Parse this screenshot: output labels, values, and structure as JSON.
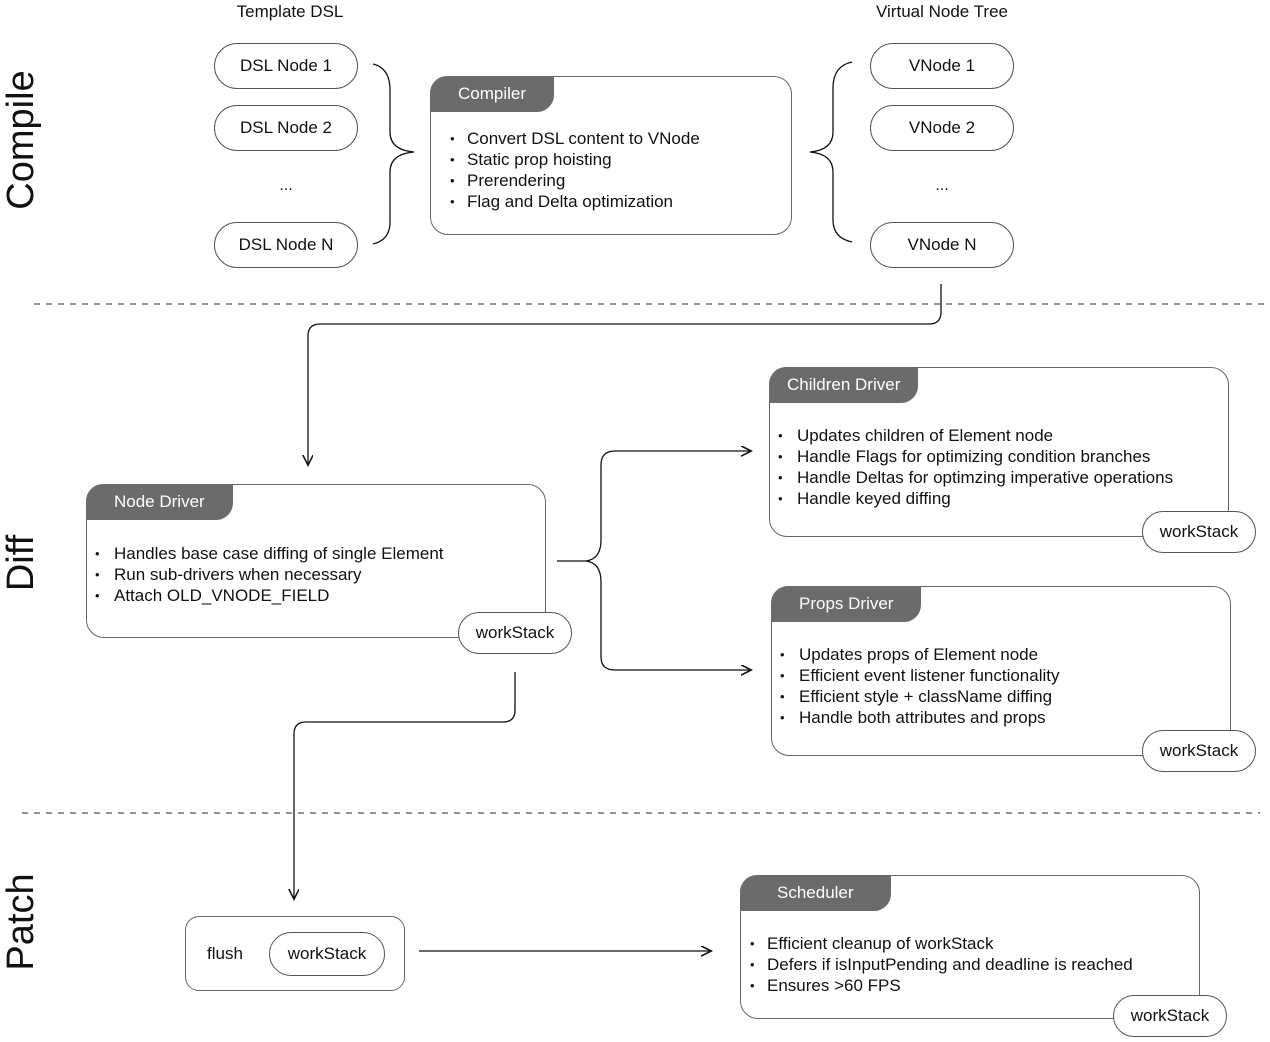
{
  "stages": {
    "compile": "Compile",
    "diff": "Diff",
    "patch": "Patch"
  },
  "compile": {
    "template_title": "Template DSL",
    "vnode_title": "Virtual Node Tree",
    "dsl_nodes": [
      "DSL Node 1",
      "DSL Node 2",
      "...",
      "DSL Node N"
    ],
    "vnodes": [
      "VNode 1",
      "VNode 2",
      "...",
      "VNode N"
    ],
    "compiler": {
      "title": "Compiler",
      "items": [
        "Convert DSL content to VNode",
        "Static prop hoisting",
        "Prerendering",
        "Flag and Delta optimization"
      ]
    }
  },
  "diff": {
    "node_driver": {
      "title": "Node Driver",
      "items": [
        "Handles base case diffing of single Element",
        "Run sub-drivers when necessary",
        "Attach OLD_VNODE_FIELD"
      ],
      "badge": "workStack"
    },
    "children_driver": {
      "title": "Children Driver",
      "items": [
        "Updates children of Element node",
        "Handle Flags for optimizing condition branches",
        "Handle Deltas for optimzing imperative operations",
        "Handle keyed diffing"
      ],
      "badge": "workStack"
    },
    "props_driver": {
      "title": "Props Driver",
      "items": [
        "Updates props of Element node",
        "Efficient event listener functionality",
        "Efficient style + className diffing",
        "Handle both attributes and props"
      ],
      "badge": "workStack"
    }
  },
  "patch": {
    "flush_label": "flush",
    "flush_badge": "workStack",
    "scheduler": {
      "title": "Scheduler",
      "items": [
        "Efficient cleanup of workStack",
        "Defers if isInputPending and deadline is reached",
        "Ensures >60 FPS"
      ],
      "badge": "workStack"
    }
  },
  "colors": {
    "line": "#111111",
    "tag": "#6b6b6b",
    "border": "#666666"
  }
}
